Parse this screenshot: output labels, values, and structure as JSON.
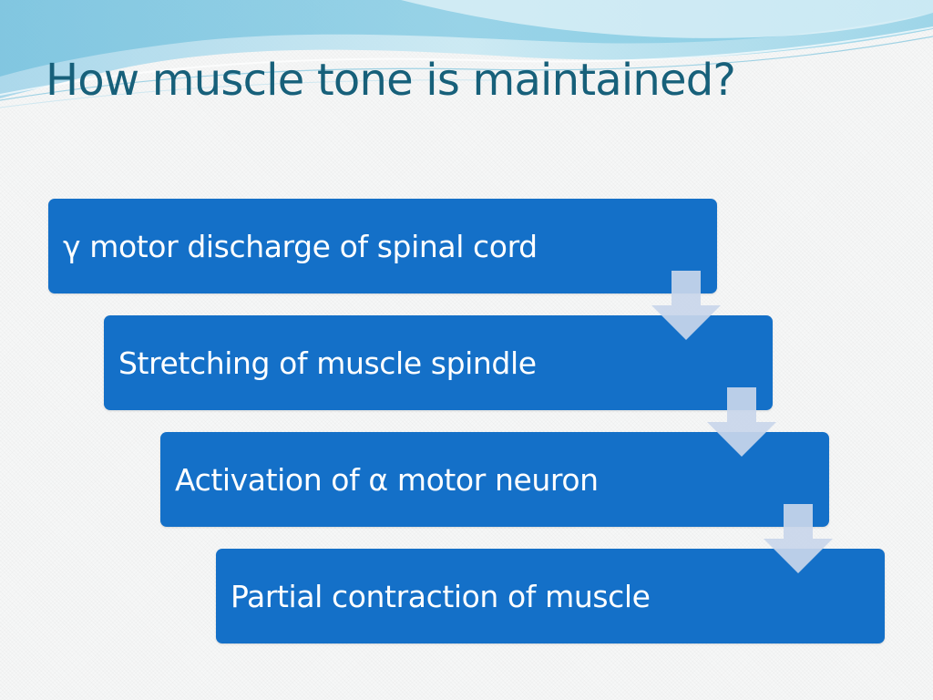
{
  "title": "How muscle tone is maintained?",
  "steps": [
    {
      "label": "γ motor discharge of spinal cord"
    },
    {
      "label": "Stretching of muscle spindle"
    },
    {
      "label": "Activation of α motor neuron"
    },
    {
      "label": "Partial contraction of muscle"
    }
  ],
  "colors": {
    "step_fill": "#1470c8",
    "step_text": "#ffffff",
    "arrow_fill": "#c9d6ea",
    "title_text": "#17607a",
    "background": "#f6f7f7"
  }
}
